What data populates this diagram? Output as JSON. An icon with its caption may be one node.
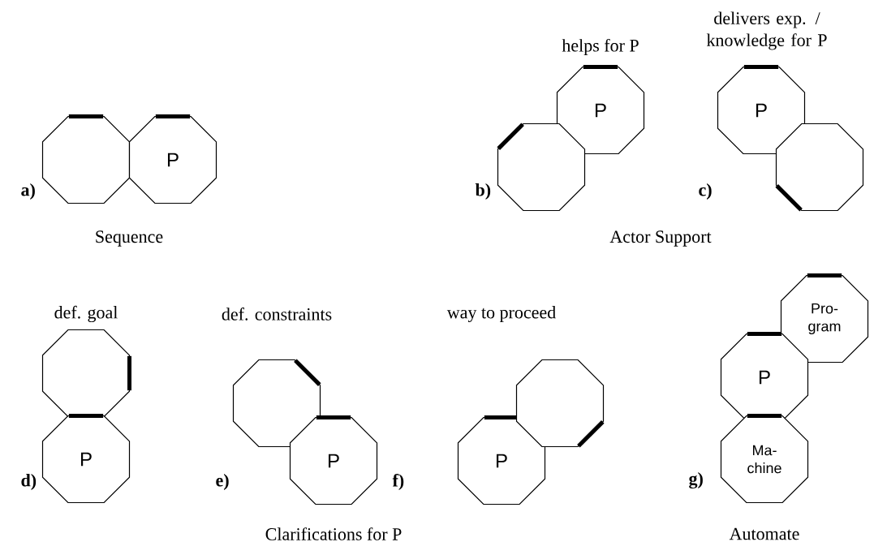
{
  "diagram": {
    "nodes": [
      {
        "text": [],
        "shape": "octagon"
      },
      {
        "text": [
          "P"
        ]
      },
      {
        "text": [
          "P"
        ]
      },
      {
        "text": [],
        "shape": "octagon"
      },
      {
        "text": [
          "P"
        ]
      },
      {
        "text": [],
        "shape": "octagon"
      },
      {
        "text": [],
        "shape": "octagon"
      },
      {
        "text": [
          "P"
        ]
      },
      {
        "text": [],
        "shape": "octagon"
      },
      {
        "text": [
          "P"
        ]
      },
      {
        "text": [
          "P"
        ]
      },
      {
        "text": [],
        "shape": "octagon"
      },
      {
        "text": [
          "Pro- gram"
        ]
      },
      {
        "text": [
          "P"
        ]
      },
      {
        "text": [
          "Ma- chine"
        ]
      }
    ],
    "labels": [
      "helps for P",
      "delivers exp. / knowledge for P",
      "a)",
      "b)",
      "c)",
      "Sequence",
      "Actor Support",
      "def. goal",
      "def. constraints",
      "way to proceed",
      "d)",
      "e)",
      "f)",
      "g)",
      "Clarifications for P",
      "Automate"
    ]
  }
}
